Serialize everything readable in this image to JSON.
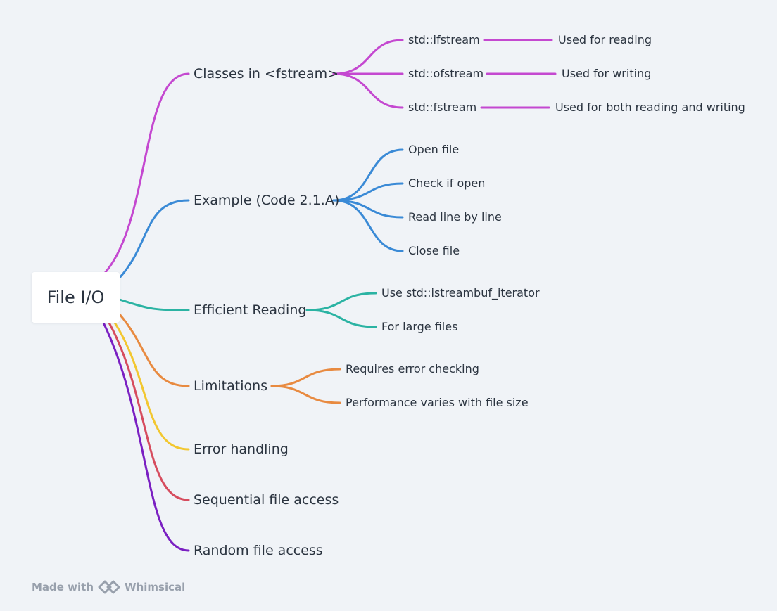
{
  "root": {
    "label": "File I/O"
  },
  "branches": [
    {
      "label": "Classes in <fstream>",
      "color": "#c448d0",
      "children": [
        {
          "label": "std::ifstream",
          "note": "Used for reading"
        },
        {
          "label": "std::ofstream",
          "note": "Used for writing"
        },
        {
          "label": "std::fstream",
          "note": "Used for both reading and writing"
        }
      ]
    },
    {
      "label": "Example (Code 2.1.A)",
      "color": "#3a8ad6",
      "children": [
        {
          "label": "Open file"
        },
        {
          "label": "Check if open"
        },
        {
          "label": "Read line by line"
        },
        {
          "label": "Close file"
        }
      ]
    },
    {
      "label": "Efficient Reading",
      "color": "#2bb3a3",
      "children": [
        {
          "label": "Use std::istreambuf_iterator"
        },
        {
          "label": "For large files"
        }
      ]
    },
    {
      "label": "Limitations",
      "color": "#e88a40",
      "children": [
        {
          "label": "Requires error checking"
        },
        {
          "label": "Performance varies with file size"
        }
      ]
    },
    {
      "label": "Error handling",
      "color": "#f2c730",
      "children": []
    },
    {
      "label": "Sequential file access",
      "color": "#d64c5e",
      "children": []
    },
    {
      "label": "Random file access",
      "color": "#7a1fc2",
      "children": []
    }
  ],
  "footer": {
    "prefix": "Made with",
    "brand": "Whimsical",
    "logo_icon": "whimsical-logo-icon"
  }
}
